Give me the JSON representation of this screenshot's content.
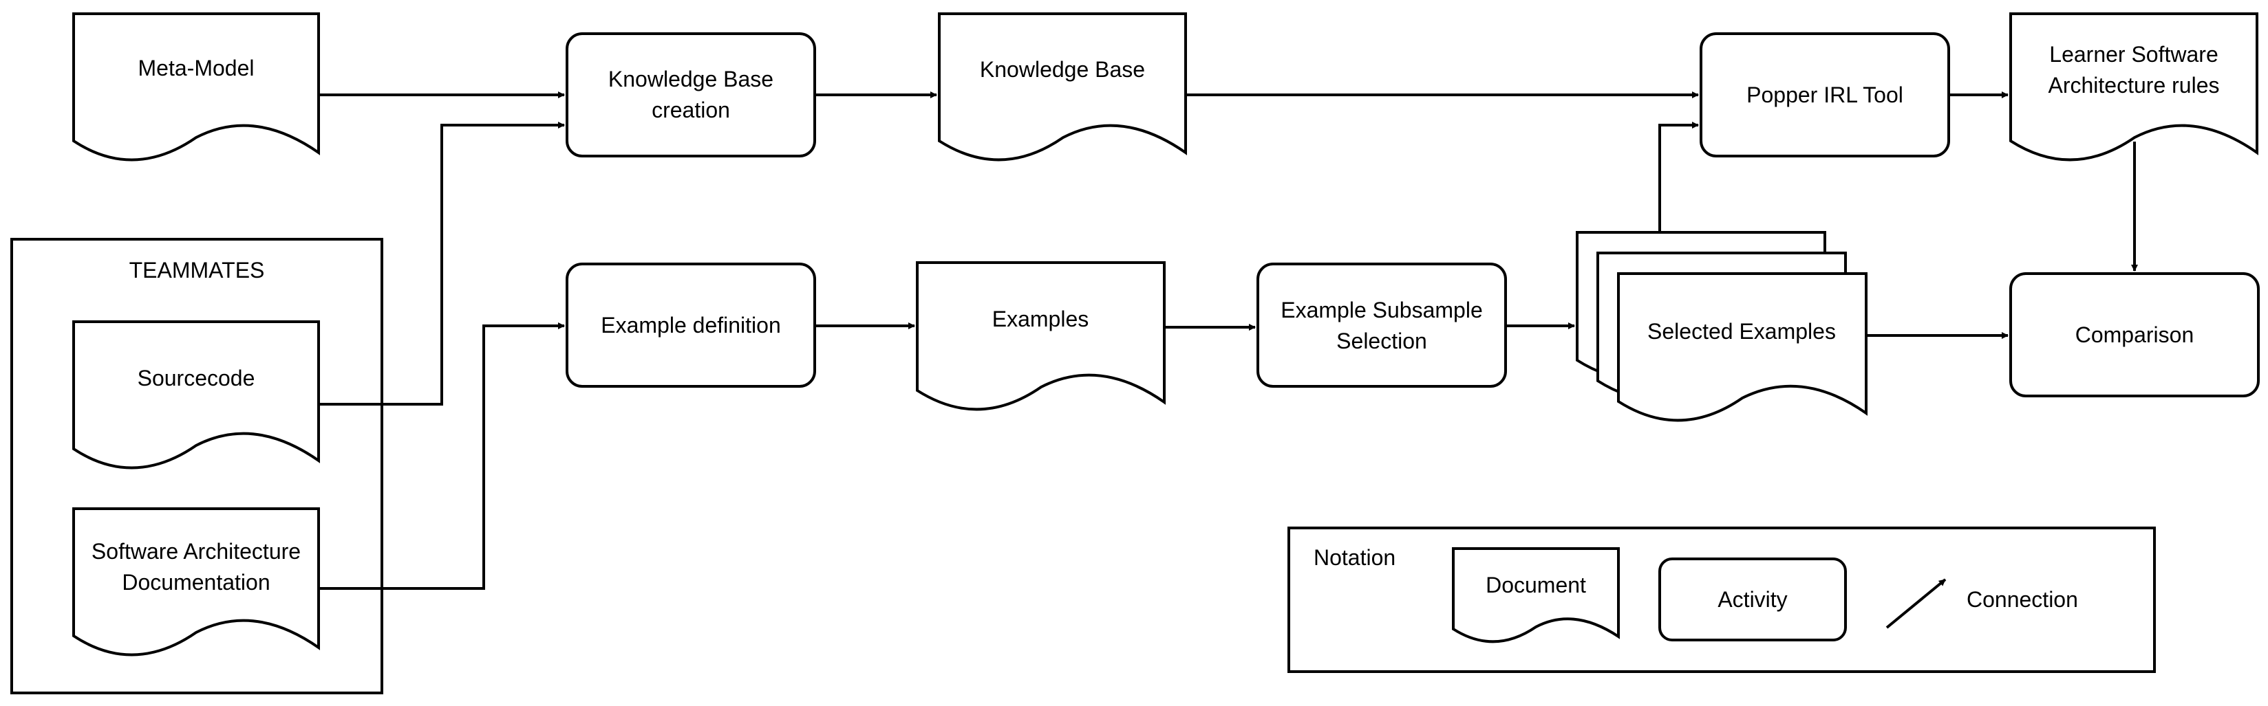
{
  "documents": {
    "meta_model": "Meta-Model",
    "knowledge_base": "Knowledge Base",
    "sourcecode": "Sourcecode",
    "sad_line1": "Software Architecture",
    "sad_line2": "Documentation",
    "examples": "Examples",
    "selected_examples": "Selected Examples",
    "rules_line1": "Learner Software",
    "rules_line2": "Architecture rules"
  },
  "activities": {
    "kb_creation_line1": "Knowledge Base",
    "kb_creation_line2": "creation",
    "example_definition": "Example definition",
    "subsample_line1": "Example Subsample",
    "subsample_line2": "Selection",
    "popper_tool": "Popper IRL Tool",
    "comparison": "Comparison"
  },
  "containers": {
    "teammates": "TEAMMATES"
  },
  "legend": {
    "title": "Notation",
    "document": "Document",
    "activity": "Activity",
    "connection": "Connection"
  },
  "colors": {
    "stroke": "#000000",
    "fill": "#ffffff"
  }
}
